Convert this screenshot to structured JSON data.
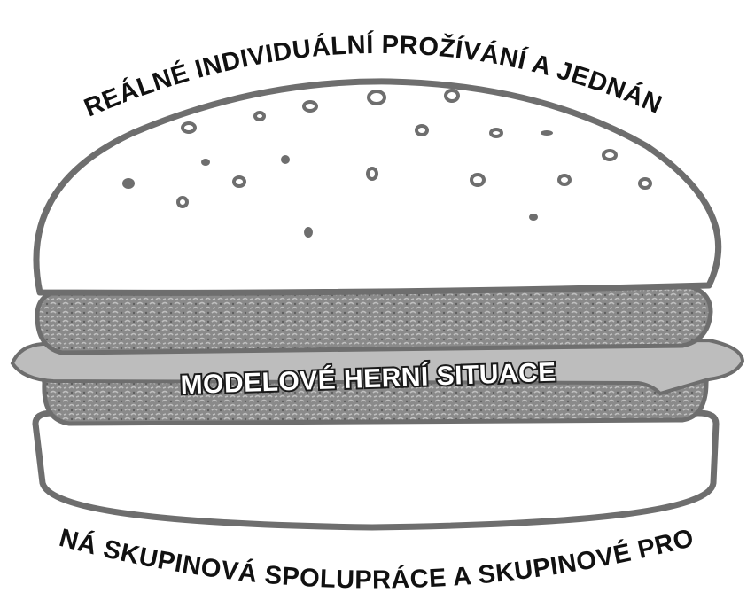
{
  "labels": {
    "top": "REÁLNÉ INDIVIDUÁLNÍ PROŽÍVÁNÍ A JEDNÁNÍ",
    "middle": "MODELOVÉ HERNÍ SITUACE",
    "bottom": "REÁLNÁ SKUPINOVÁ SPOLUPRÁCE A SKUPINOVÉ PROCESY"
  },
  "colors": {
    "outline": "#6e6e6e",
    "patty": "#8a8a8a",
    "cheese": "#bdbdbd",
    "bun": "#ffffff",
    "text": "#111111"
  }
}
